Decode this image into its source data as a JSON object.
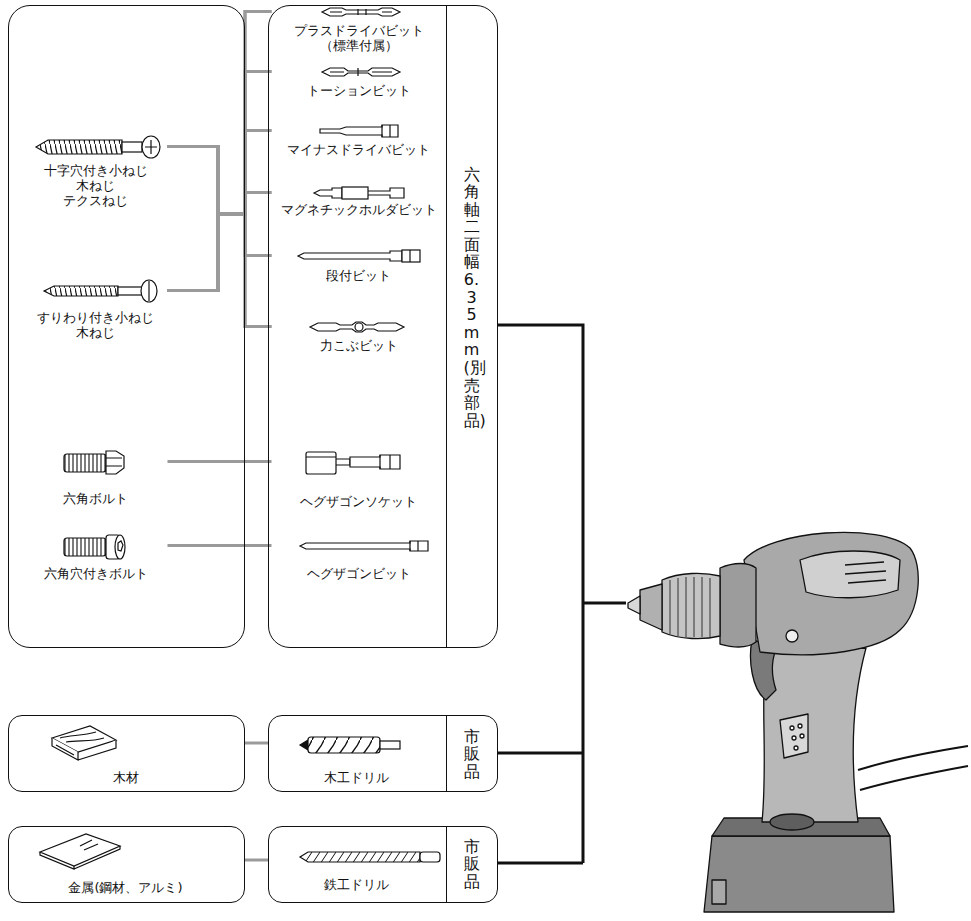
{
  "diagram": {
    "nodes": [
      {
        "text": []
      },
      {
        "text": [
          "十字穴付き小ねじ 木ねじ テクスねじ"
        ],
        "in": 0
      },
      {
        "text": [
          "すりわり付き小ねじ 木ねじ"
        ],
        "in": 0
      },
      {
        "text": [
          "六角ボルト"
        ],
        "in": 0
      },
      {
        "text": [
          "六角穴付きボルト"
        ],
        "in": 0
      },
      {
        "text": [
          "六角軸二面幅6.35mm(別売部品)"
        ]
      },
      {
        "text": [
          "プラスドライバビット （標準付属）"
        ],
        "in": 5
      },
      {
        "text": [
          "トーションビット"
        ],
        "in": 5
      },
      {
        "text": [
          "マイナスドライバビット"
        ],
        "in": 5
      },
      {
        "text": [
          "マグネチックホルダビット"
        ],
        "in": 5
      },
      {
        "text": [
          "段付ビット"
        ],
        "in": 5
      },
      {
        "text": [
          "力こぶビット"
        ],
        "in": 5
      },
      {
        "text": [
          "ヘグザゴンソケット"
        ],
        "in": 5
      },
      {
        "text": [
          "ヘグザゴンビット"
        ],
        "in": 5
      },
      {
        "text": [
          "木材"
        ]
      },
      {
        "text": [
          "木工ドリル",
          "市販品"
        ]
      },
      {
        "text": [
          "金属(鋼材、アルミ)"
        ]
      },
      {
        "text": [
          "鉄工ドリル",
          "市販品"
        ]
      }
    ],
    "edges": [
      {
        "from": 1,
        "to": 6,
        "arrow": "none"
      },
      {
        "from": 1,
        "to": 7,
        "arrow": "none"
      },
      {
        "from": 1,
        "to": 8,
        "arrow": "none"
      },
      {
        "from": 1,
        "to": 9,
        "arrow": "none"
      },
      {
        "from": 1,
        "to": 10,
        "arrow": "none"
      },
      {
        "from": 1,
        "to": 11,
        "arrow": "none"
      },
      {
        "from": 2,
        "to": 6,
        "arrow": "none"
      },
      {
        "from": 2,
        "to": 7,
        "arrow": "none"
      },
      {
        "from": 2,
        "to": 8,
        "arrow": "none"
      },
      {
        "from": 2,
        "to": 9,
        "arrow": "none"
      },
      {
        "from": 2,
        "to": 10,
        "arrow": "none"
      },
      {
        "from": 2,
        "to": 11,
        "arrow": "none"
      },
      {
        "from": 3,
        "to": 12,
        "arrow": "none"
      },
      {
        "from": 4,
        "to": 13,
        "arrow": "none"
      },
      {
        "from": 14,
        "to": 15,
        "arrow": "none"
      },
      {
        "from": 16,
        "to": 17,
        "arrow": "none"
      }
    ]
  }
}
